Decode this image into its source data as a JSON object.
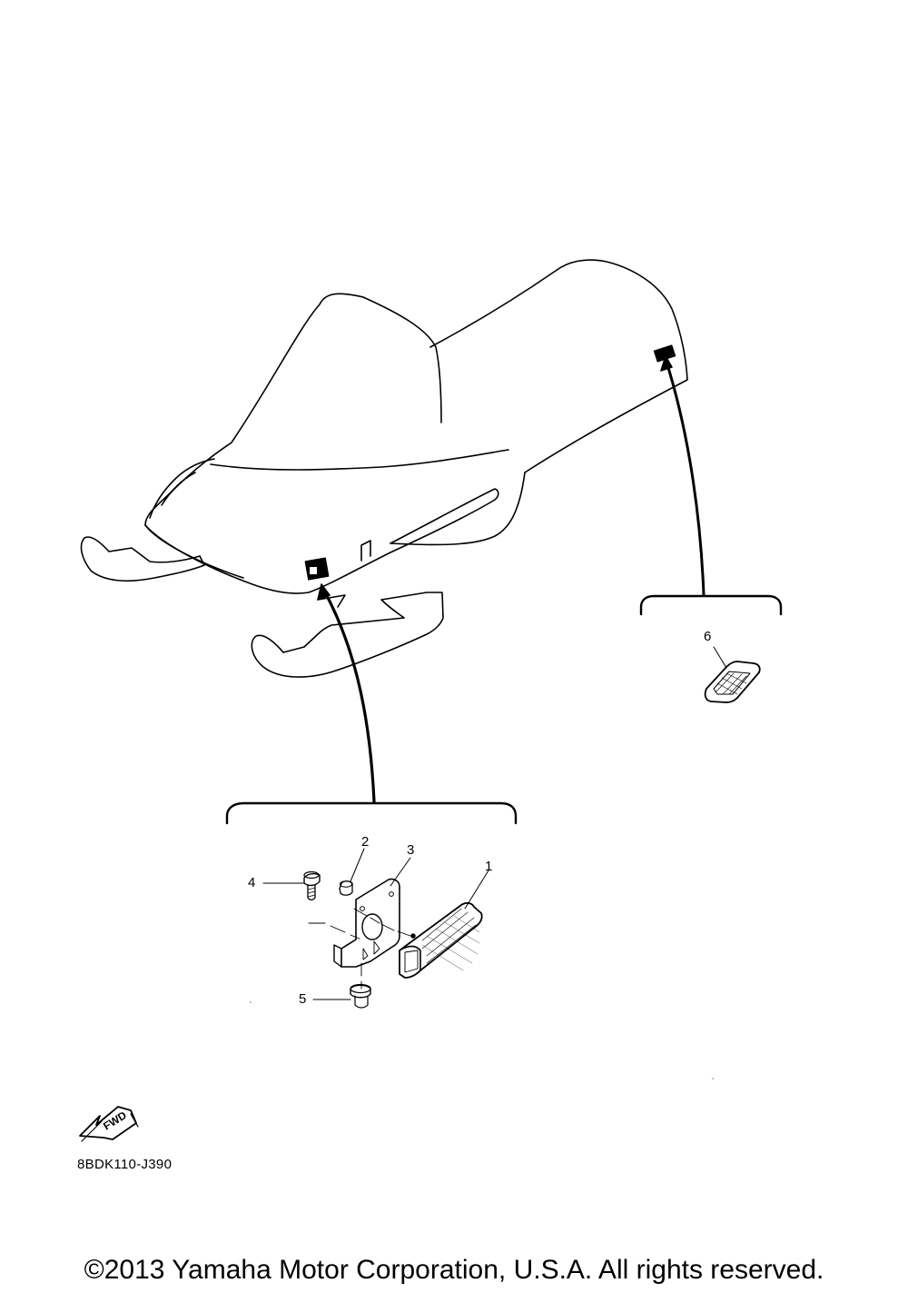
{
  "callouts": {
    "c1": "1",
    "c2": "2",
    "c3": "3",
    "c4": "4",
    "c5": "5",
    "c6": "6"
  },
  "fwd_label": "FWD",
  "drawing_code": "8BDK110-J390",
  "copyright": "©2013 Yamaha Motor Corporation, U.S.A. All rights reserved."
}
